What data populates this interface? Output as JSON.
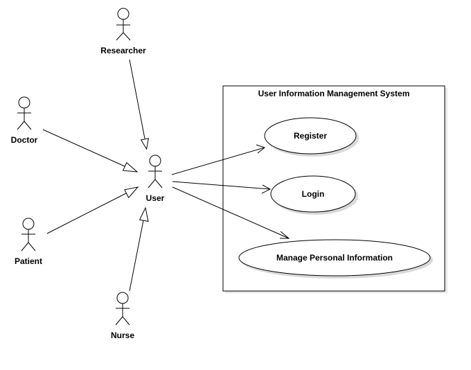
{
  "system": {
    "title": "User Information Management System"
  },
  "actors": {
    "researcher": "Researcher",
    "doctor": "Doctor",
    "patient": "Patient",
    "nurse": "Nurse",
    "user": "User"
  },
  "use_cases": {
    "register": "Register",
    "login": "Login",
    "manage": "Manage Personal Information"
  },
  "relations": {
    "generalizations": [
      {
        "from": "researcher",
        "to": "user"
      },
      {
        "from": "doctor",
        "to": "user"
      },
      {
        "from": "patient",
        "to": "user"
      },
      {
        "from": "nurse",
        "to": "user"
      }
    ],
    "associations": [
      {
        "from": "user",
        "to": "register"
      },
      {
        "from": "user",
        "to": "login"
      },
      {
        "from": "user",
        "to": "manage"
      }
    ]
  }
}
